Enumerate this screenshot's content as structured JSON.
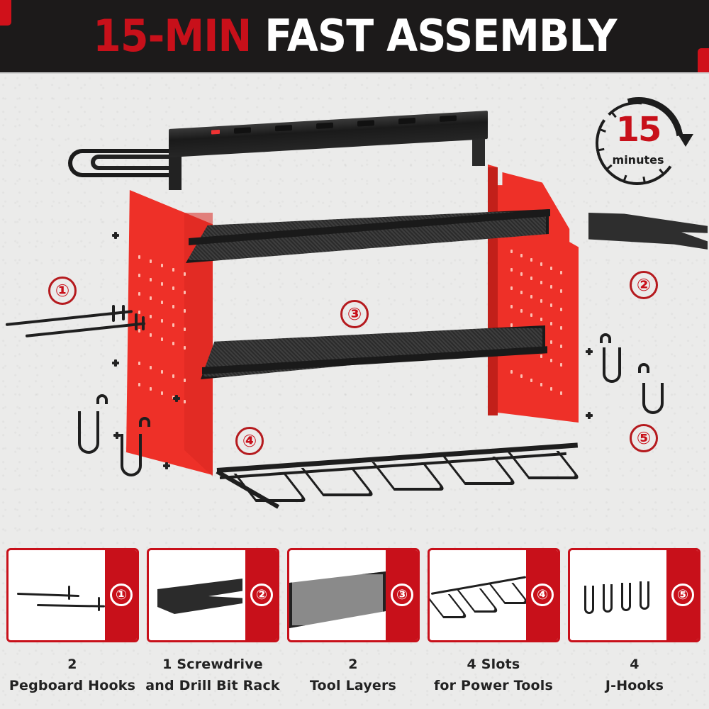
{
  "header": {
    "title_highlight": "15-MIN",
    "title_main": "FAST ASSEMBLY",
    "colors": {
      "background": "#1c1a1a",
      "highlight": "#c8101a",
      "main": "#ffffff"
    }
  },
  "timer_badge": {
    "number": "15",
    "unit": "minutes",
    "icon": "clock-arrow-icon"
  },
  "diagram": {
    "callouts": [
      {
        "number": "①",
        "part": "Pegboard Hooks"
      },
      {
        "number": "②",
        "part": "Screwdrive and Drill Bit Rack"
      },
      {
        "number": "③",
        "part": "Tool Layers"
      },
      {
        "number": "④",
        "part": "Slots for Power Tools"
      },
      {
        "number": "⑤",
        "part": "J-Hooks"
      }
    ],
    "components": [
      "power-strip",
      "left-pegboard-panel",
      "right-pegboard-panel",
      "upper-mesh-shelf",
      "lower-mesh-shelf",
      "power-tool-rack",
      "bit-rack",
      "pegboard-hooks",
      "j-hooks",
      "screws"
    ],
    "colors": {
      "panel": "#ee3028",
      "metal": "#1e1e1e",
      "callout": "#c8101a"
    }
  },
  "parts": [
    {
      "badge": "①",
      "count": "2",
      "name": "Pegboard Hooks",
      "icon": "pegboard-hooks-icon"
    },
    {
      "badge": "②",
      "count": "1 Screwdrive",
      "name": "and Drill Bit Rack",
      "icon": "bit-rack-icon"
    },
    {
      "badge": "③",
      "count": "2",
      "name": "Tool Layers",
      "icon": "mesh-shelf-icon"
    },
    {
      "badge": "④",
      "count": "4 Slots",
      "name": "for Power Tools",
      "icon": "tool-rack-icon"
    },
    {
      "badge": "⑤",
      "count": "4",
      "name": "J-Hooks",
      "icon": "j-hooks-icon"
    }
  ]
}
